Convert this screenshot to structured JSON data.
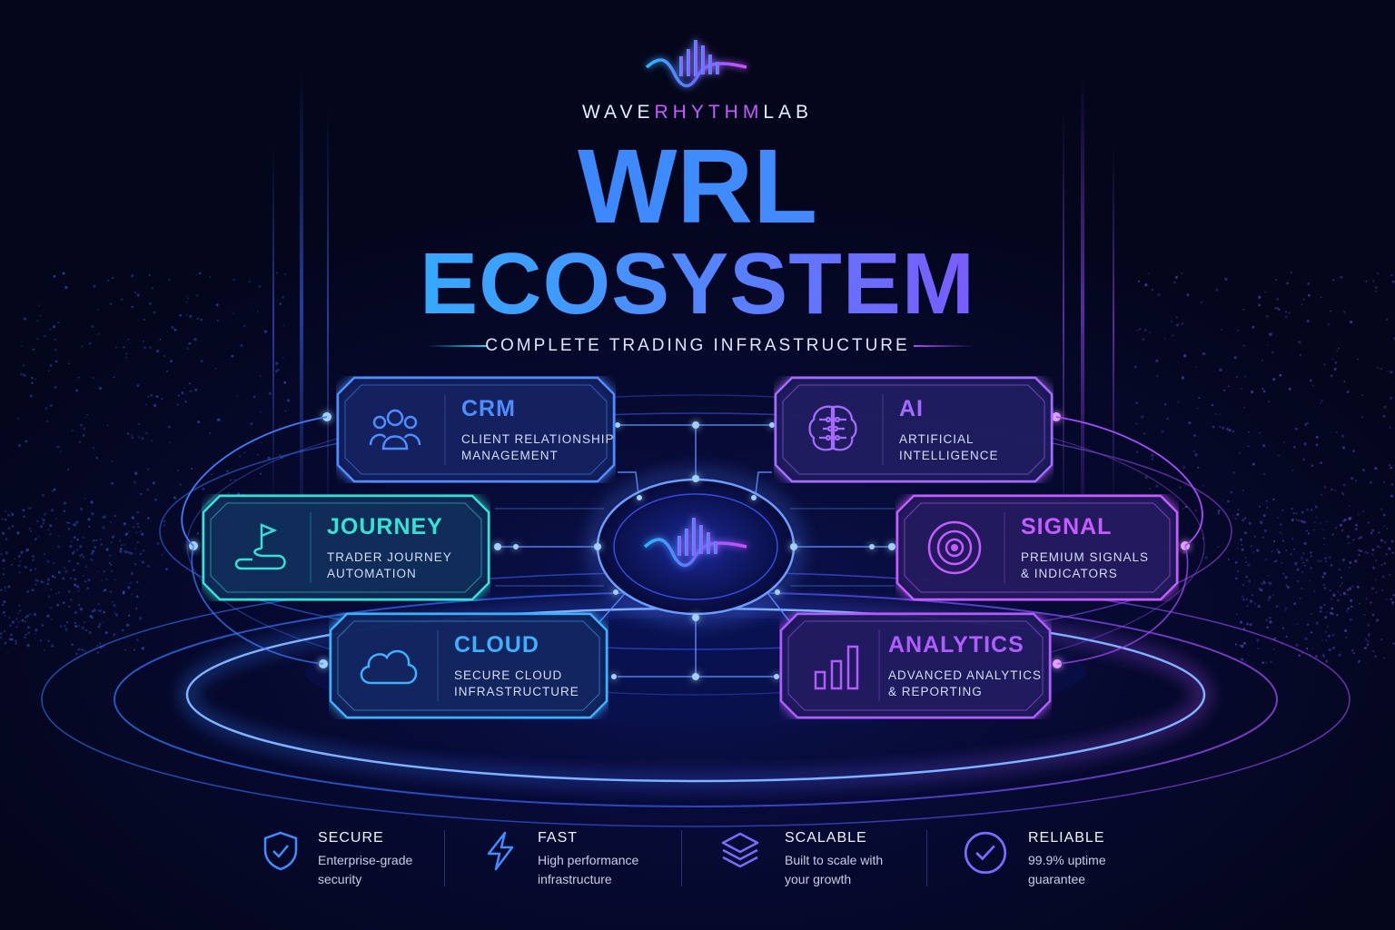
{
  "brand": {
    "left": "WAVE",
    "mid": "RHYTHM",
    "right": "LAB"
  },
  "title": {
    "line1": "WRL",
    "line2": "ECOSYSTEM"
  },
  "subtitle": "COMPLETE TRADING INFRASTRUCTURE",
  "colors": {
    "background": "#050720",
    "blue": "#2f7dff",
    "cyan": "#25d6ff",
    "purple": "#a64dff",
    "teal": "#2fe0d0"
  },
  "modules": [
    {
      "name": "CRM",
      "desc": "CLIENT RELATIONSHIP\nMANAGEMENT",
      "icon": "users-icon",
      "color": "#4f8dff"
    },
    {
      "name": "AI",
      "desc": "ARTIFICIAL\nINTELLIGENCE",
      "icon": "brain-icon",
      "color": "#a56bff"
    },
    {
      "name": "JOURNEY",
      "desc": "TRADER JOURNEY\nAUTOMATION",
      "icon": "flag-path-icon",
      "color": "#35e2d6"
    },
    {
      "name": "SIGNAL",
      "desc": "PREMIUM SIGNALS\n& INDICATORS",
      "icon": "target-icon",
      "color": "#c45cff"
    },
    {
      "name": "CLOUD",
      "desc": "SECURE CLOUD\nINFRASTRUCTURE",
      "icon": "cloud-icon",
      "color": "#3fb0ff"
    },
    {
      "name": "ANALYTICS",
      "desc": "ADVANCED ANALYTICS\n& REPORTING",
      "icon": "bar-chart-icon",
      "color": "#b05cff"
    }
  ],
  "features": [
    {
      "name": "SECURE",
      "desc": "Enterprise-grade\nsecurity",
      "icon": "shield-check-icon"
    },
    {
      "name": "FAST",
      "desc": "High performance\ninfrastructure",
      "icon": "lightning-icon"
    },
    {
      "name": "SCALABLE",
      "desc": "Built to scale with\nyour growth",
      "icon": "layers-icon"
    },
    {
      "name": "RELIABLE",
      "desc": "99.9% uptime\nguarantee",
      "icon": "check-circle-icon"
    }
  ]
}
